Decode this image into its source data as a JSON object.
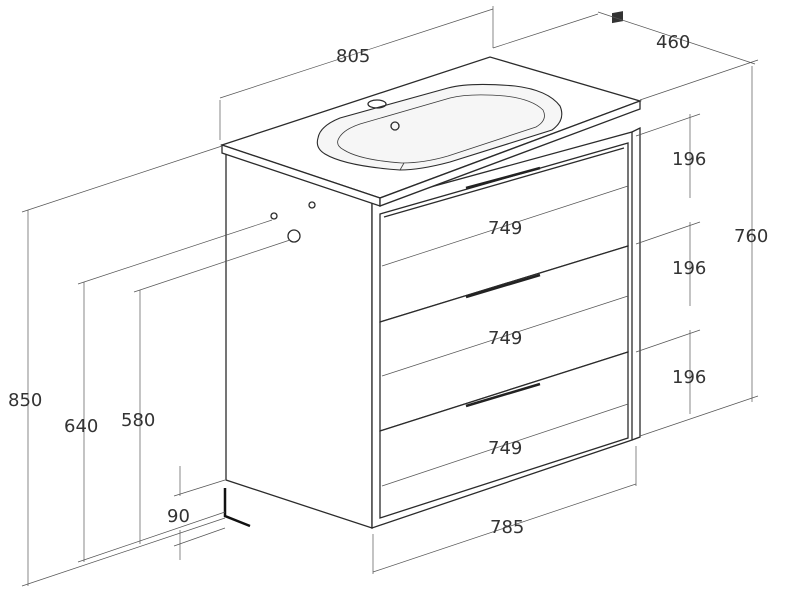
{
  "dimensions": {
    "top_width": "805",
    "depth": "460",
    "front_height": "760",
    "drawer_height_1": "196",
    "drawer_height_2": "196",
    "drawer_height_3": "196",
    "drawer_width_1": "749",
    "drawer_width_2": "749",
    "drawer_width_3": "749",
    "body_width": "785",
    "total_height": "850",
    "pipe_height_640": "640",
    "pipe_height_580": "580",
    "plinth_height": "90"
  }
}
